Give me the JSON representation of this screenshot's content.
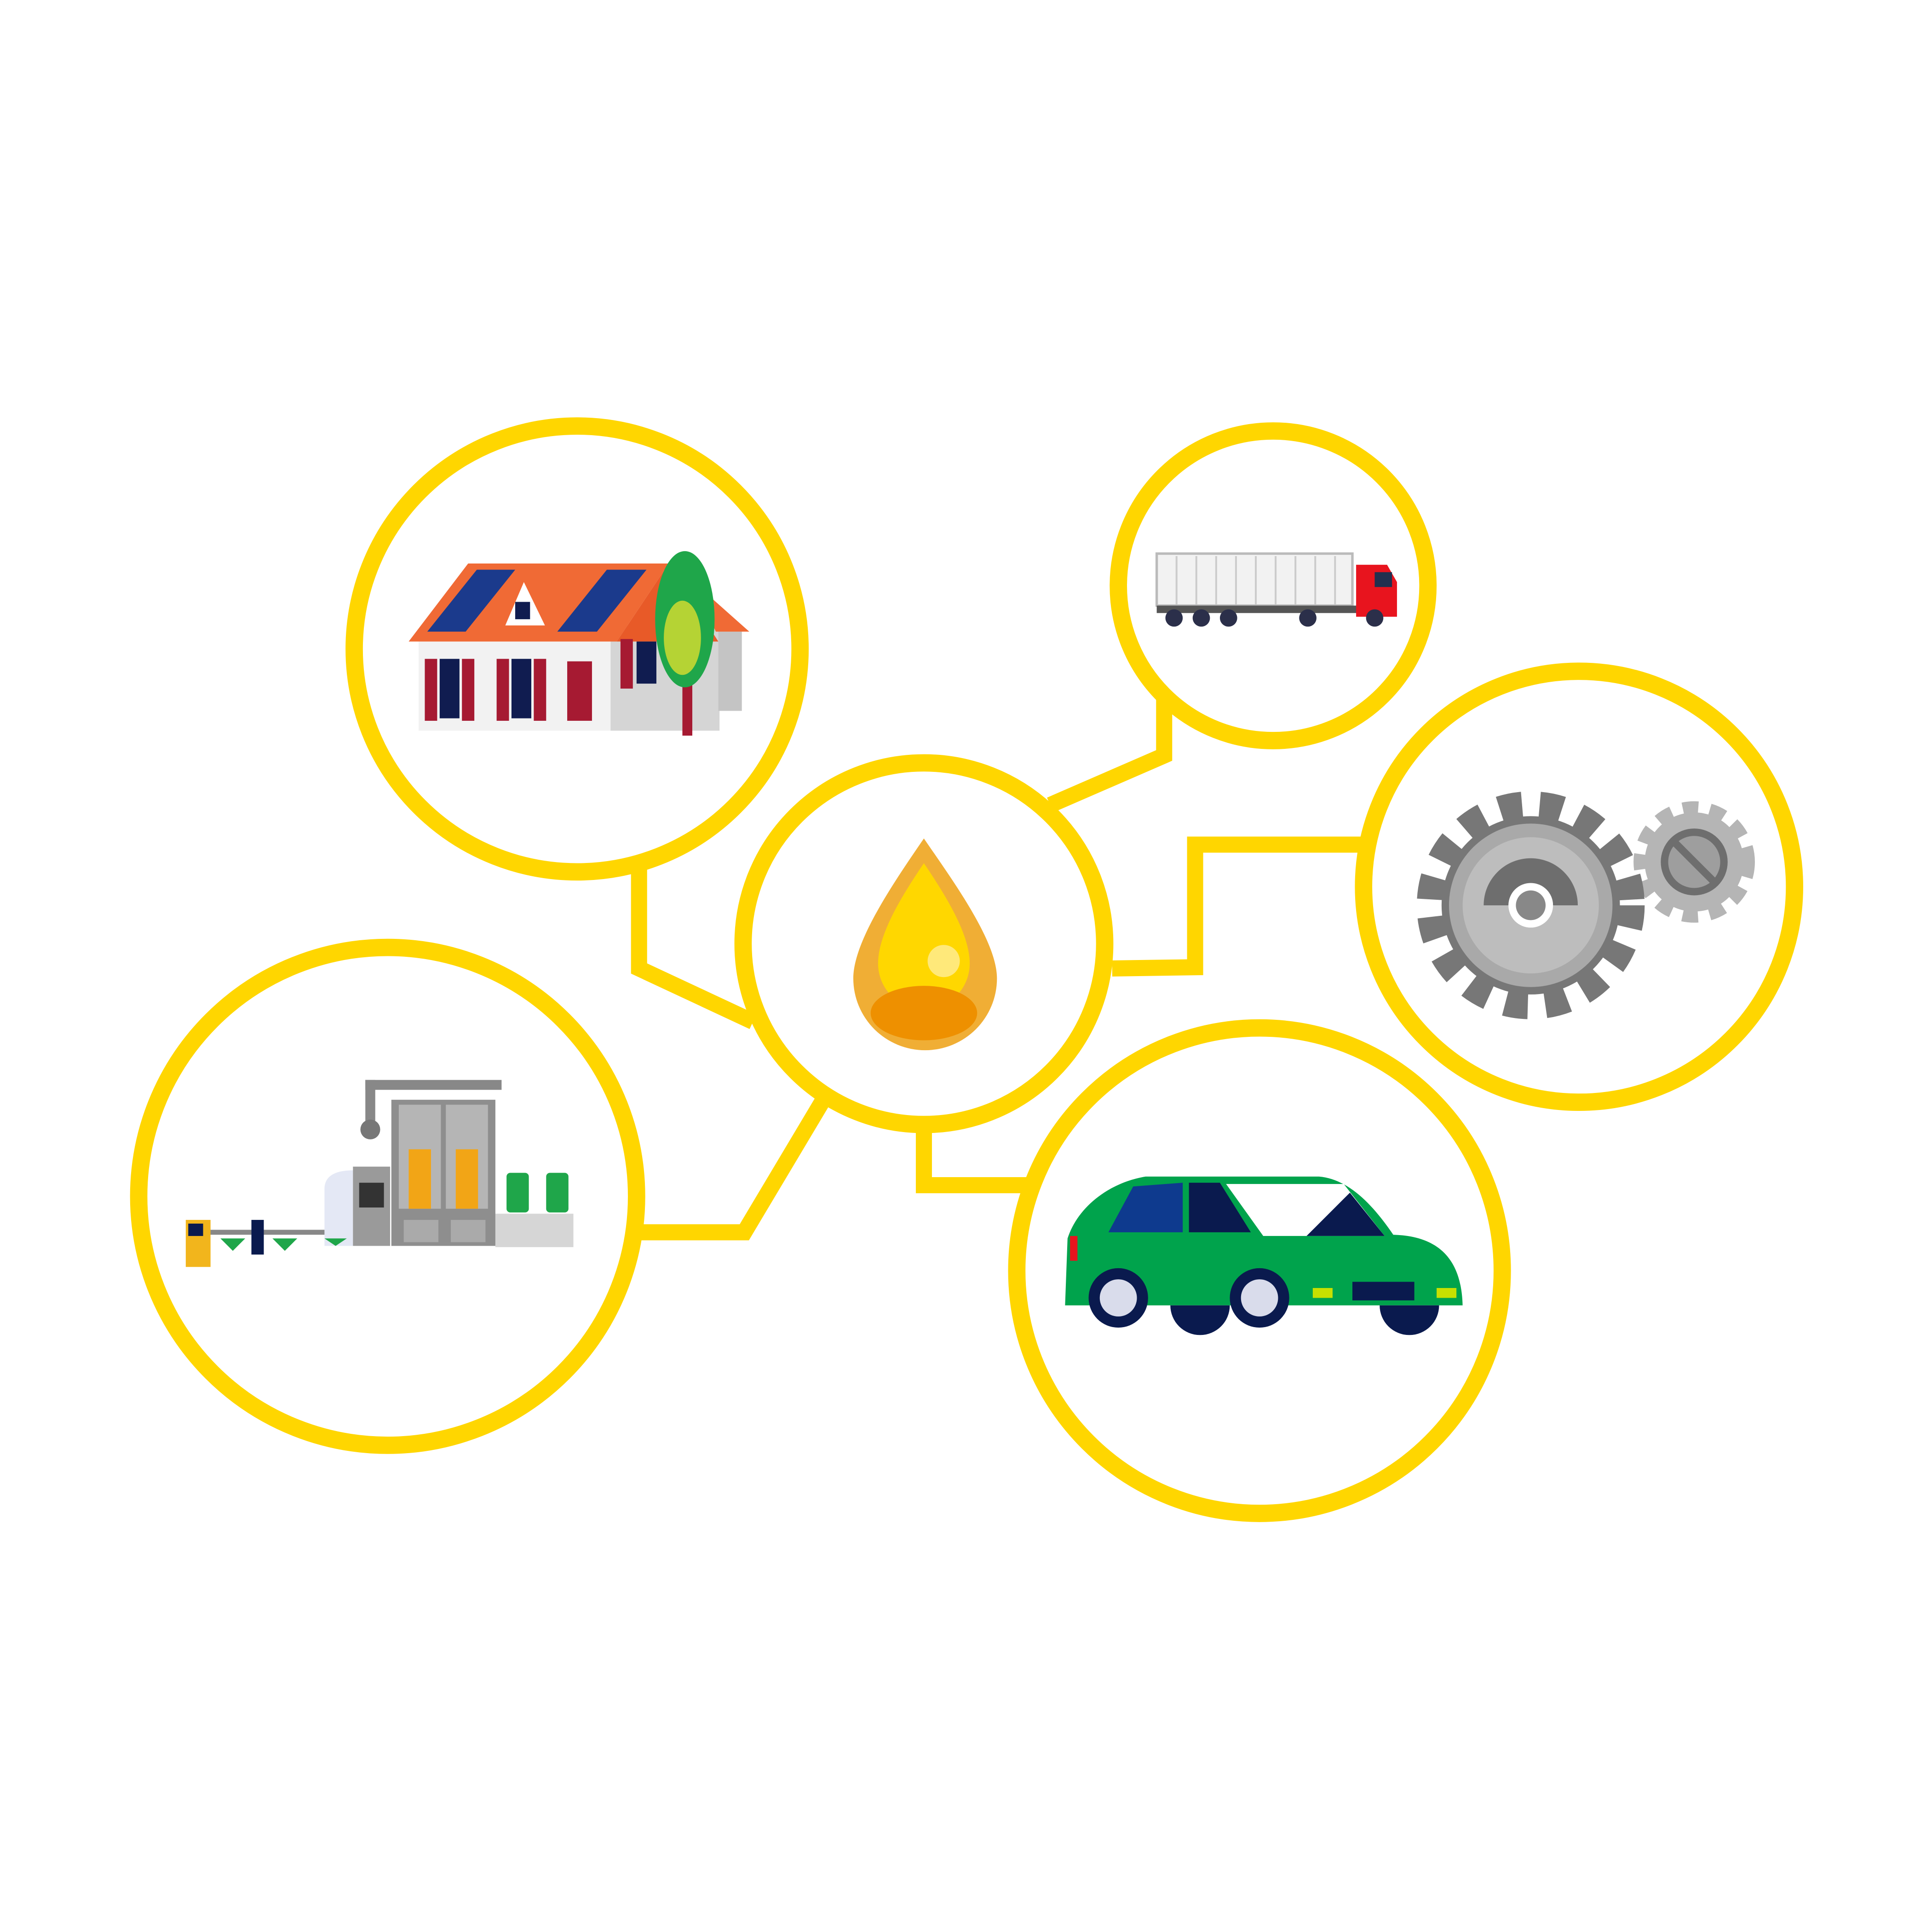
{
  "diagram": {
    "hub": {
      "icon": "oil-drop-icon"
    },
    "nodes": [
      {
        "id": "house",
        "icon": "solar-house-icon"
      },
      {
        "id": "truck",
        "icon": "semi-truck-icon"
      },
      {
        "id": "gears",
        "icon": "gears-icon"
      },
      {
        "id": "car",
        "icon": "car-icon"
      },
      {
        "id": "factory",
        "icon": "factory-bottling-line-icon"
      }
    ]
  },
  "colors": {
    "ring": "#FFD600",
    "drop_outer": "#F0AE35",
    "drop_inner": "#FFD700",
    "drop_base": "#EE9000",
    "background": "#FFFFFF"
  }
}
